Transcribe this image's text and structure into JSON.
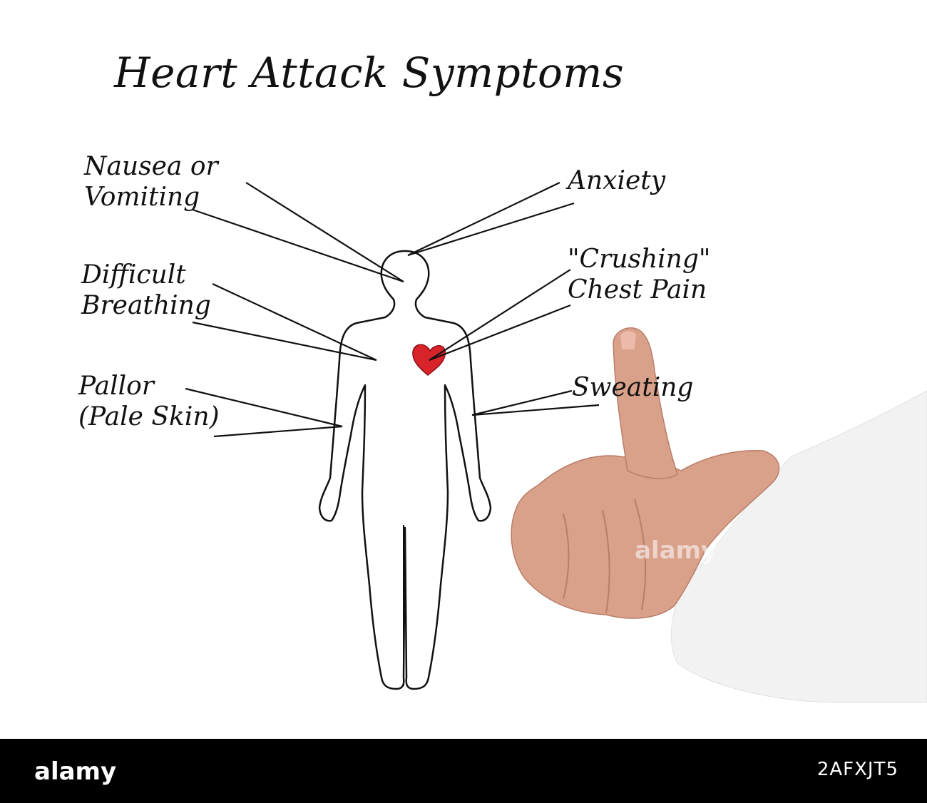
{
  "title": "Heart Attack Symptoms",
  "symptoms": {
    "nausea": [
      "Nausea or",
      "Vomiting"
    ],
    "breathing": [
      "Difficult",
      "Breathing"
    ],
    "pallor": [
      "Pallor",
      "(Pale Skin)"
    ],
    "anxiety": [
      "Anxiety"
    ],
    "chest_pain": [
      "\"Crushing\"",
      "Chest Pain"
    ],
    "sweating": [
      "Sweating"
    ]
  },
  "watermark": {
    "logo": "alamy",
    "image_id": "2AFXJT5",
    "overlay": "alamy"
  },
  "colors": {
    "ink": "#111111",
    "heart": "#d9232a",
    "skin": "#d9a08a",
    "sleeve": "#f2f2f2",
    "footer": "#000000"
  }
}
